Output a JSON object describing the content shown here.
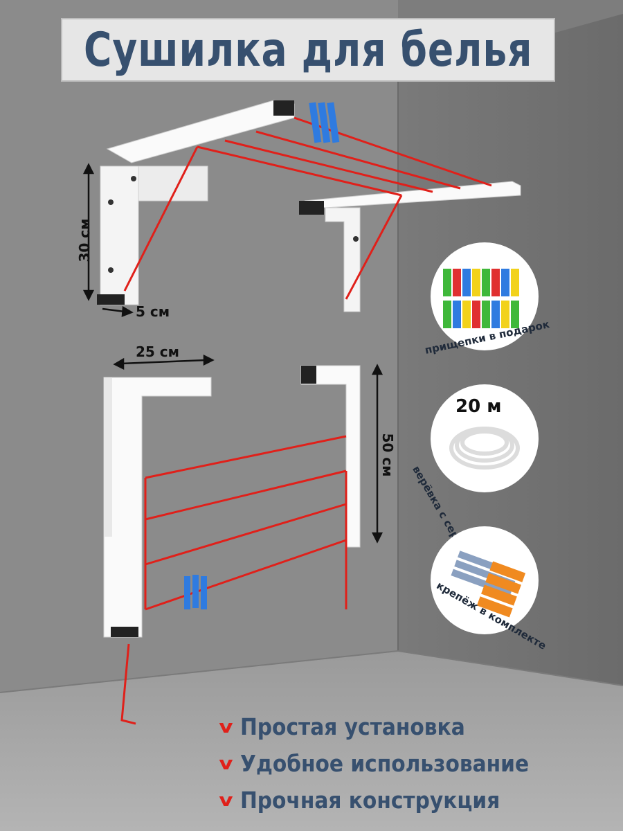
{
  "title": "Сушилка для белья",
  "dimensions": {
    "height_top": "30 см",
    "depth_top": "5 см",
    "width_bottom": "25 см",
    "height_bottom": "50 см"
  },
  "badges": {
    "pegs": "прищепки в подарок",
    "rope_length": "20 м",
    "rope": "верёвка с сердечником",
    "fasteners": "крепёж в комплекте"
  },
  "features": [
    "Простая установка",
    "Удобное использование",
    "Прочная конструкция"
  ],
  "colors": {
    "title": "#37506f",
    "rope": "#e0201a",
    "wall": "#8a8a8a",
    "frame": "#ffffff"
  },
  "icons": [
    "check-mark-icon",
    "dimension-arrow-icon"
  ]
}
